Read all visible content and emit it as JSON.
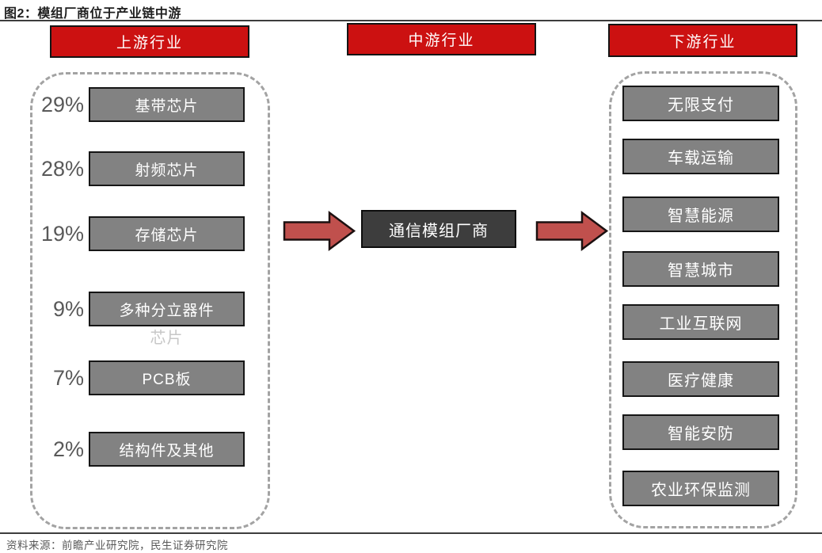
{
  "figure": {
    "title": "图2：模组厂商位于产业链中游",
    "source": "资料来源：前瞻产业研究院，民生证券研究院"
  },
  "headers": {
    "upstream": "上游行业",
    "midstream": "中游行业",
    "downstream": "下游行业"
  },
  "midstream": {
    "company_label": "通信模组厂商"
  },
  "upstream": {
    "items": [
      {
        "percent": "29%",
        "label": "基带芯片"
      },
      {
        "percent": "28%",
        "label": "射频芯片"
      },
      {
        "percent": "19%",
        "label": "存储芯片"
      },
      {
        "percent": "9%",
        "label": "多种分立器件",
        "label_overflow": "芯片"
      },
      {
        "percent": "7%",
        "label": "PCB板"
      },
      {
        "percent": "2%",
        "label": "结构件及其他"
      }
    ]
  },
  "downstream": {
    "items": [
      {
        "label": "无限支付"
      },
      {
        "label": "车载运输"
      },
      {
        "label": "智慧能源"
      },
      {
        "label": "智慧城市"
      },
      {
        "label": "工业互联网"
      },
      {
        "label": "医疗健康"
      },
      {
        "label": "智能安防"
      },
      {
        "label": "农业环保监测"
      }
    ]
  },
  "colors": {
    "header_red": "#cc1111",
    "box_gray": "#828282",
    "box_border": "#161616",
    "midstream_dark": "#3d3d3d",
    "arrow_fill": "#c0504d",
    "dashed_border": "#a3a3a3",
    "percent_text": "#595959",
    "overflow_text": "#c7c7c7"
  }
}
